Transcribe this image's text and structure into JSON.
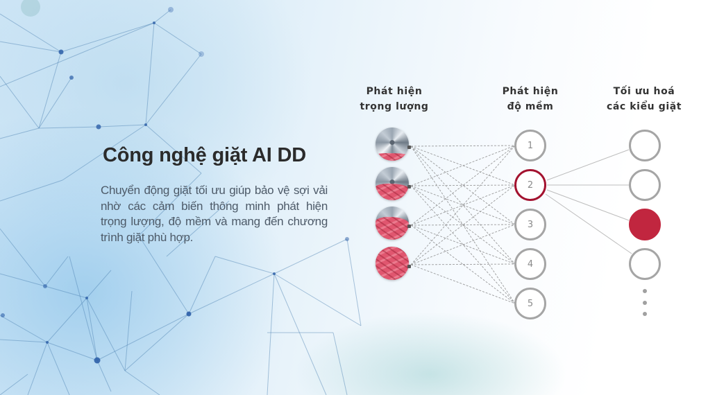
{
  "heading": {
    "title": "Công nghệ giặt AI DD",
    "description": "Chuyển động giặt tối ưu giúp bảo vệ sợi vải nhờ các cảm biến thông minh phát hiện trọng lượng, độ mềm và mang đến chương trình giặt phù hợp."
  },
  "diagram": {
    "columns": [
      {
        "line1": "Phát hiện",
        "line2": "trọng lượng"
      },
      {
        "line1": "Phát hiện",
        "line2": "độ mềm"
      },
      {
        "line1": "Tối ưu hoá",
        "line2": "các kiểu giặt"
      }
    ],
    "input_nodes": [
      {
        "name": "load-level-low",
        "fill_percent": 20
      },
      {
        "name": "load-level-medium",
        "fill_percent": 50
      },
      {
        "name": "load-level-high",
        "fill_percent": 70
      },
      {
        "name": "load-level-full",
        "fill_percent": 100
      }
    ],
    "softness_nodes": [
      {
        "label": "1",
        "active": false
      },
      {
        "label": "2",
        "active": true
      },
      {
        "label": "3",
        "active": false
      },
      {
        "label": "4",
        "active": false
      },
      {
        "label": "5",
        "active": false
      }
    ],
    "output_nodes": [
      {
        "selected": false
      },
      {
        "selected": false
      },
      {
        "selected": true
      },
      {
        "selected": false
      }
    ],
    "more_indicator": "⋮",
    "colors": {
      "accent_ring": "#a3122f",
      "accent_fill": "#c1263f",
      "node_ring": "#a5a5a5",
      "fabric": "#e0566f",
      "heading_text": "#2b2b2b",
      "body_text": "#4d5a68"
    }
  }
}
